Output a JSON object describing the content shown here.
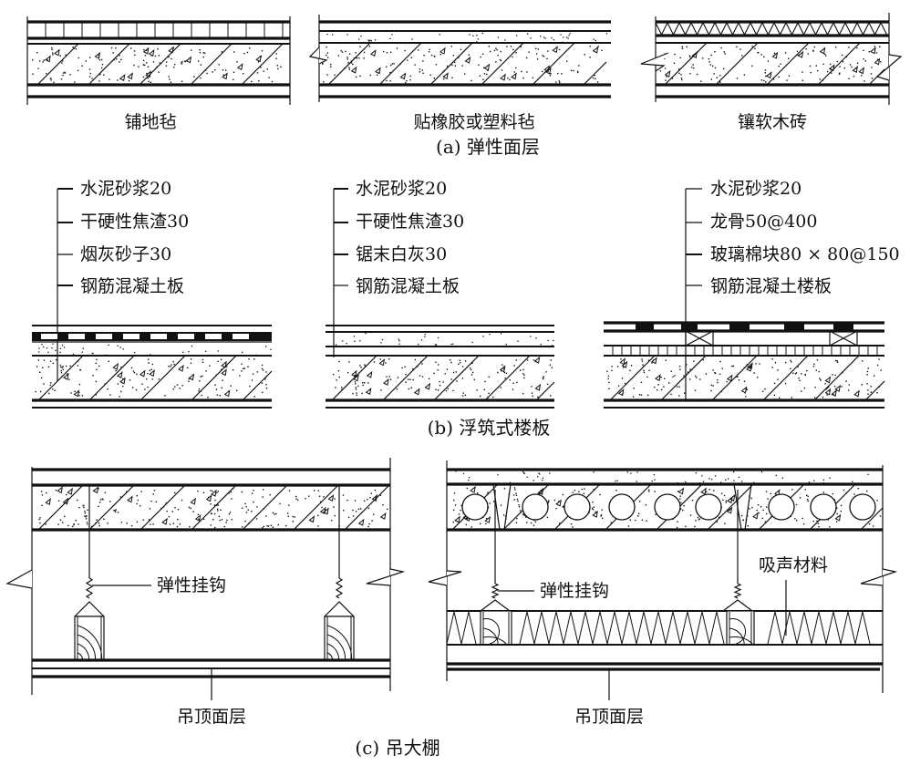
{
  "figure": {
    "section_a": {
      "caption": "(a) 弹性面层",
      "panels": [
        {
          "label": "铺地毡"
        },
        {
          "label": "贴橡胶或塑料毡"
        },
        {
          "label": "镶软木砖"
        }
      ]
    },
    "section_b": {
      "caption": "(b) 浮筑式楼板",
      "panels": [
        {
          "layers": [
            "水泥砂浆20",
            "干硬性焦渣30",
            "烟灰砂子30",
            "钢筋混凝土板"
          ]
        },
        {
          "layers": [
            "水泥砂浆20",
            "干硬性焦渣30",
            "锯末白灰30",
            "钢筋混凝土板"
          ]
        },
        {
          "layers": [
            "水泥砂浆20",
            "龙骨50@400",
            "玻璃棉块80 × 80@150",
            "钢筋混凝土楼板"
          ]
        }
      ]
    },
    "section_c": {
      "caption": "(c) 吊大棚",
      "panels": [
        {
          "hook_label": "弹性挂钩",
          "ceiling_label": "吊顶面层"
        },
        {
          "hook_label": "弹性挂钩",
          "absorber_label": "吸声材料",
          "ceiling_label": "吊顶面层"
        }
      ]
    },
    "colors": {
      "ink": "#111111",
      "paper": "#ffffff"
    }
  }
}
